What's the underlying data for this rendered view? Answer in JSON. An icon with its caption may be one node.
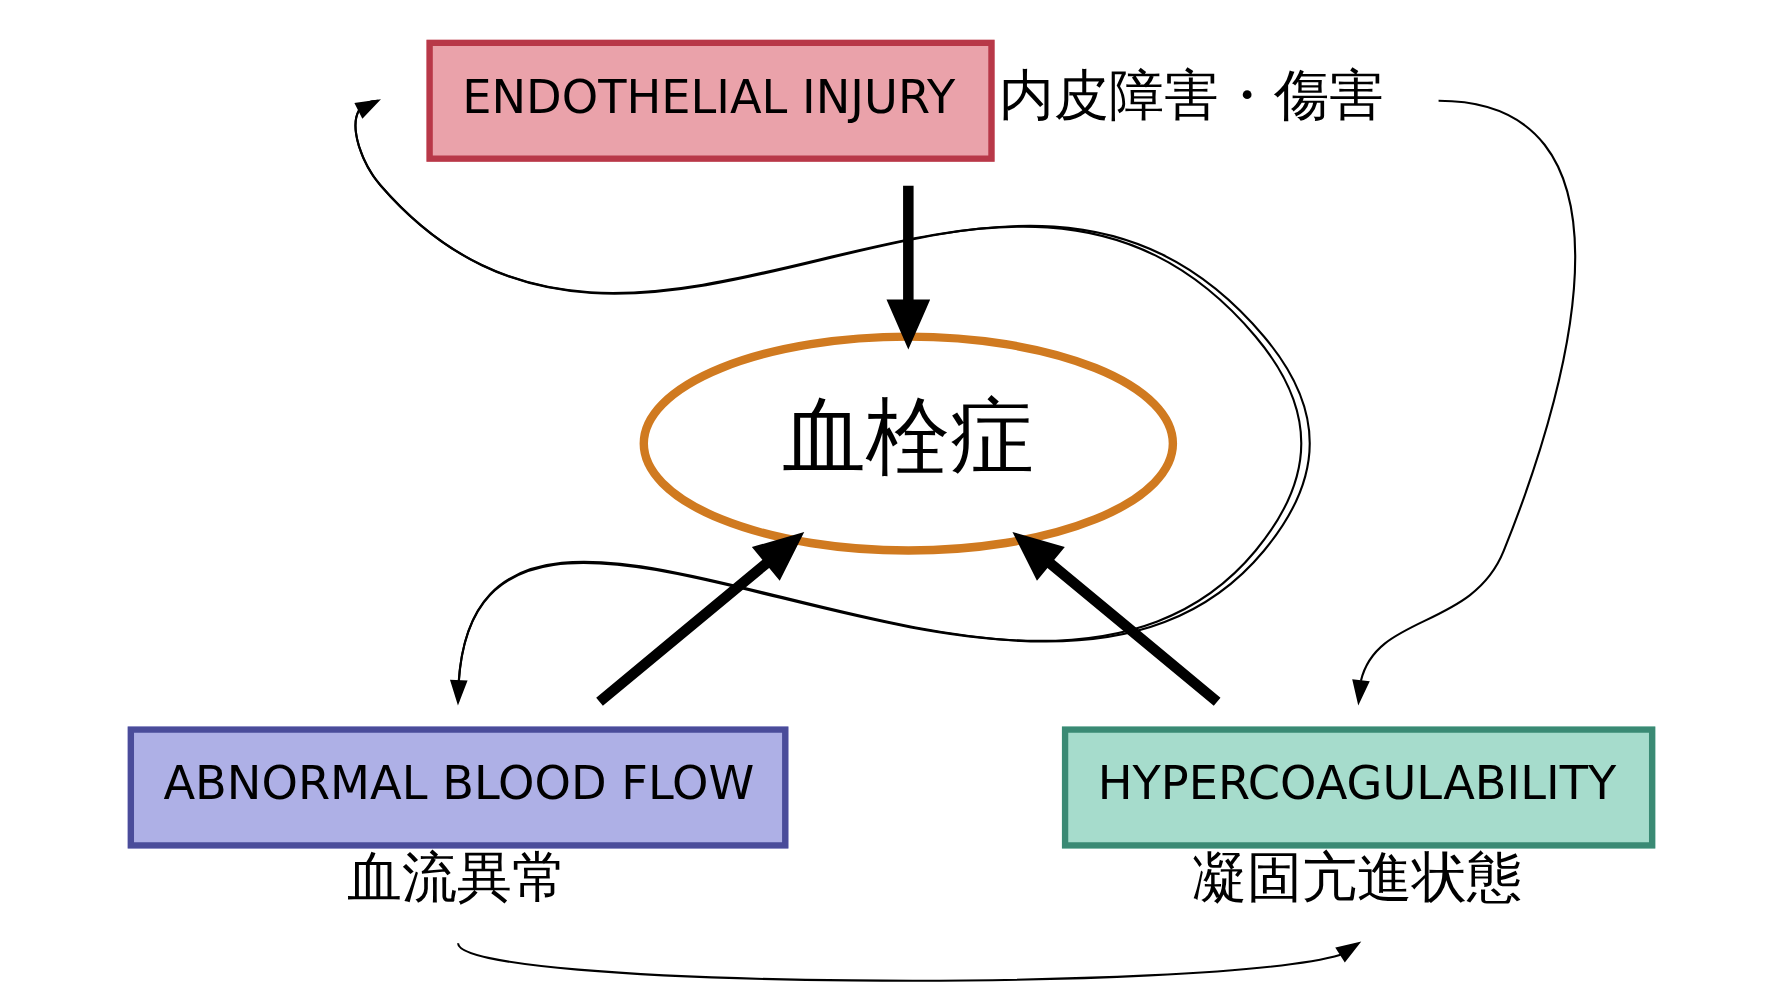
{
  "diagram": {
    "nodes": [
      {
        "text": [
          "ENDOTHELIAL INJURY"
        ],
        "beside": [
          "内皮障害・傷害"
        ]
      },
      {
        "text": [
          "血栓症"
        ]
      },
      {
        "text": [
          "ABNORMAL BLOOD FLOW"
        ],
        "beside": [
          "血流異常"
        ]
      },
      {
        "text": [
          "HYPERCOAGULABILITY"
        ],
        "beside": [
          "凝固亢進状態"
        ]
      }
    ],
    "edges": [
      {
        "from": 0,
        "to": 1,
        "arrow": "to",
        "style": "thick"
      },
      {
        "from": 2,
        "to": 1,
        "arrow": "to",
        "style": "thick"
      },
      {
        "from": 3,
        "to": 1,
        "arrow": "to",
        "style": "thick"
      },
      {
        "from": 0,
        "to": 2,
        "arrow": "to"
      },
      {
        "from": 2,
        "to": 0,
        "arrow": "to"
      },
      {
        "from": 0,
        "to": 3,
        "arrow": "to"
      },
      {
        "from": 2,
        "to": 3,
        "arrow": "to"
      }
    ]
  }
}
